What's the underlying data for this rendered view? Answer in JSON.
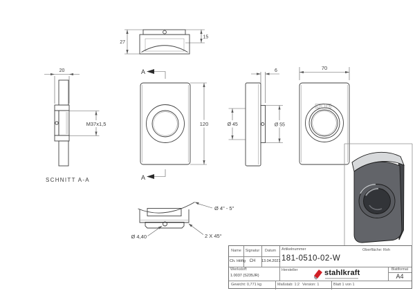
{
  "sheet": {
    "views": {
      "top": {
        "height": "27",
        "plate": "15"
      },
      "section": {
        "width": "20",
        "thread": "M37x1,5",
        "caption": "SCHNITT A-A"
      },
      "front": {
        "height": "120",
        "marker": "A"
      },
      "side": {
        "boss": "6",
        "d_inner": "Ø 45",
        "d_outer": "Ø 55"
      },
      "back": {
        "width": "70"
      },
      "detail": {
        "tube": "Ø 4\" - 5\"",
        "chamfer": "2 X 45°",
        "hole": "Ø 4,40"
      }
    }
  },
  "title_block": {
    "name_label": "Name",
    "signature_label": "Signatur",
    "date_label": "Datum",
    "name": "Ch. Höfig",
    "signature": "CH",
    "date": "13.04.2021",
    "article_label": "Artikelnummer",
    "article_number": "181-0510-02-W",
    "surface": "Oberfläche:  Roh",
    "material_label": "Werkstoff:",
    "material": "1.0037 (S235JR)",
    "manufacturer_label": "Hersteller",
    "brand": "stahlkraft",
    "weight": "Gewicht: 0,771 kg",
    "scale": "Maßstab: 1:2",
    "version": "Version: 1",
    "sheet_info": "Blatt 1 von 1",
    "format_label": "Blattformat",
    "format": "A4"
  },
  "colors": {
    "accent_red": "#d22027",
    "line": "#3f3f3f",
    "body_gray": "#626469"
  }
}
